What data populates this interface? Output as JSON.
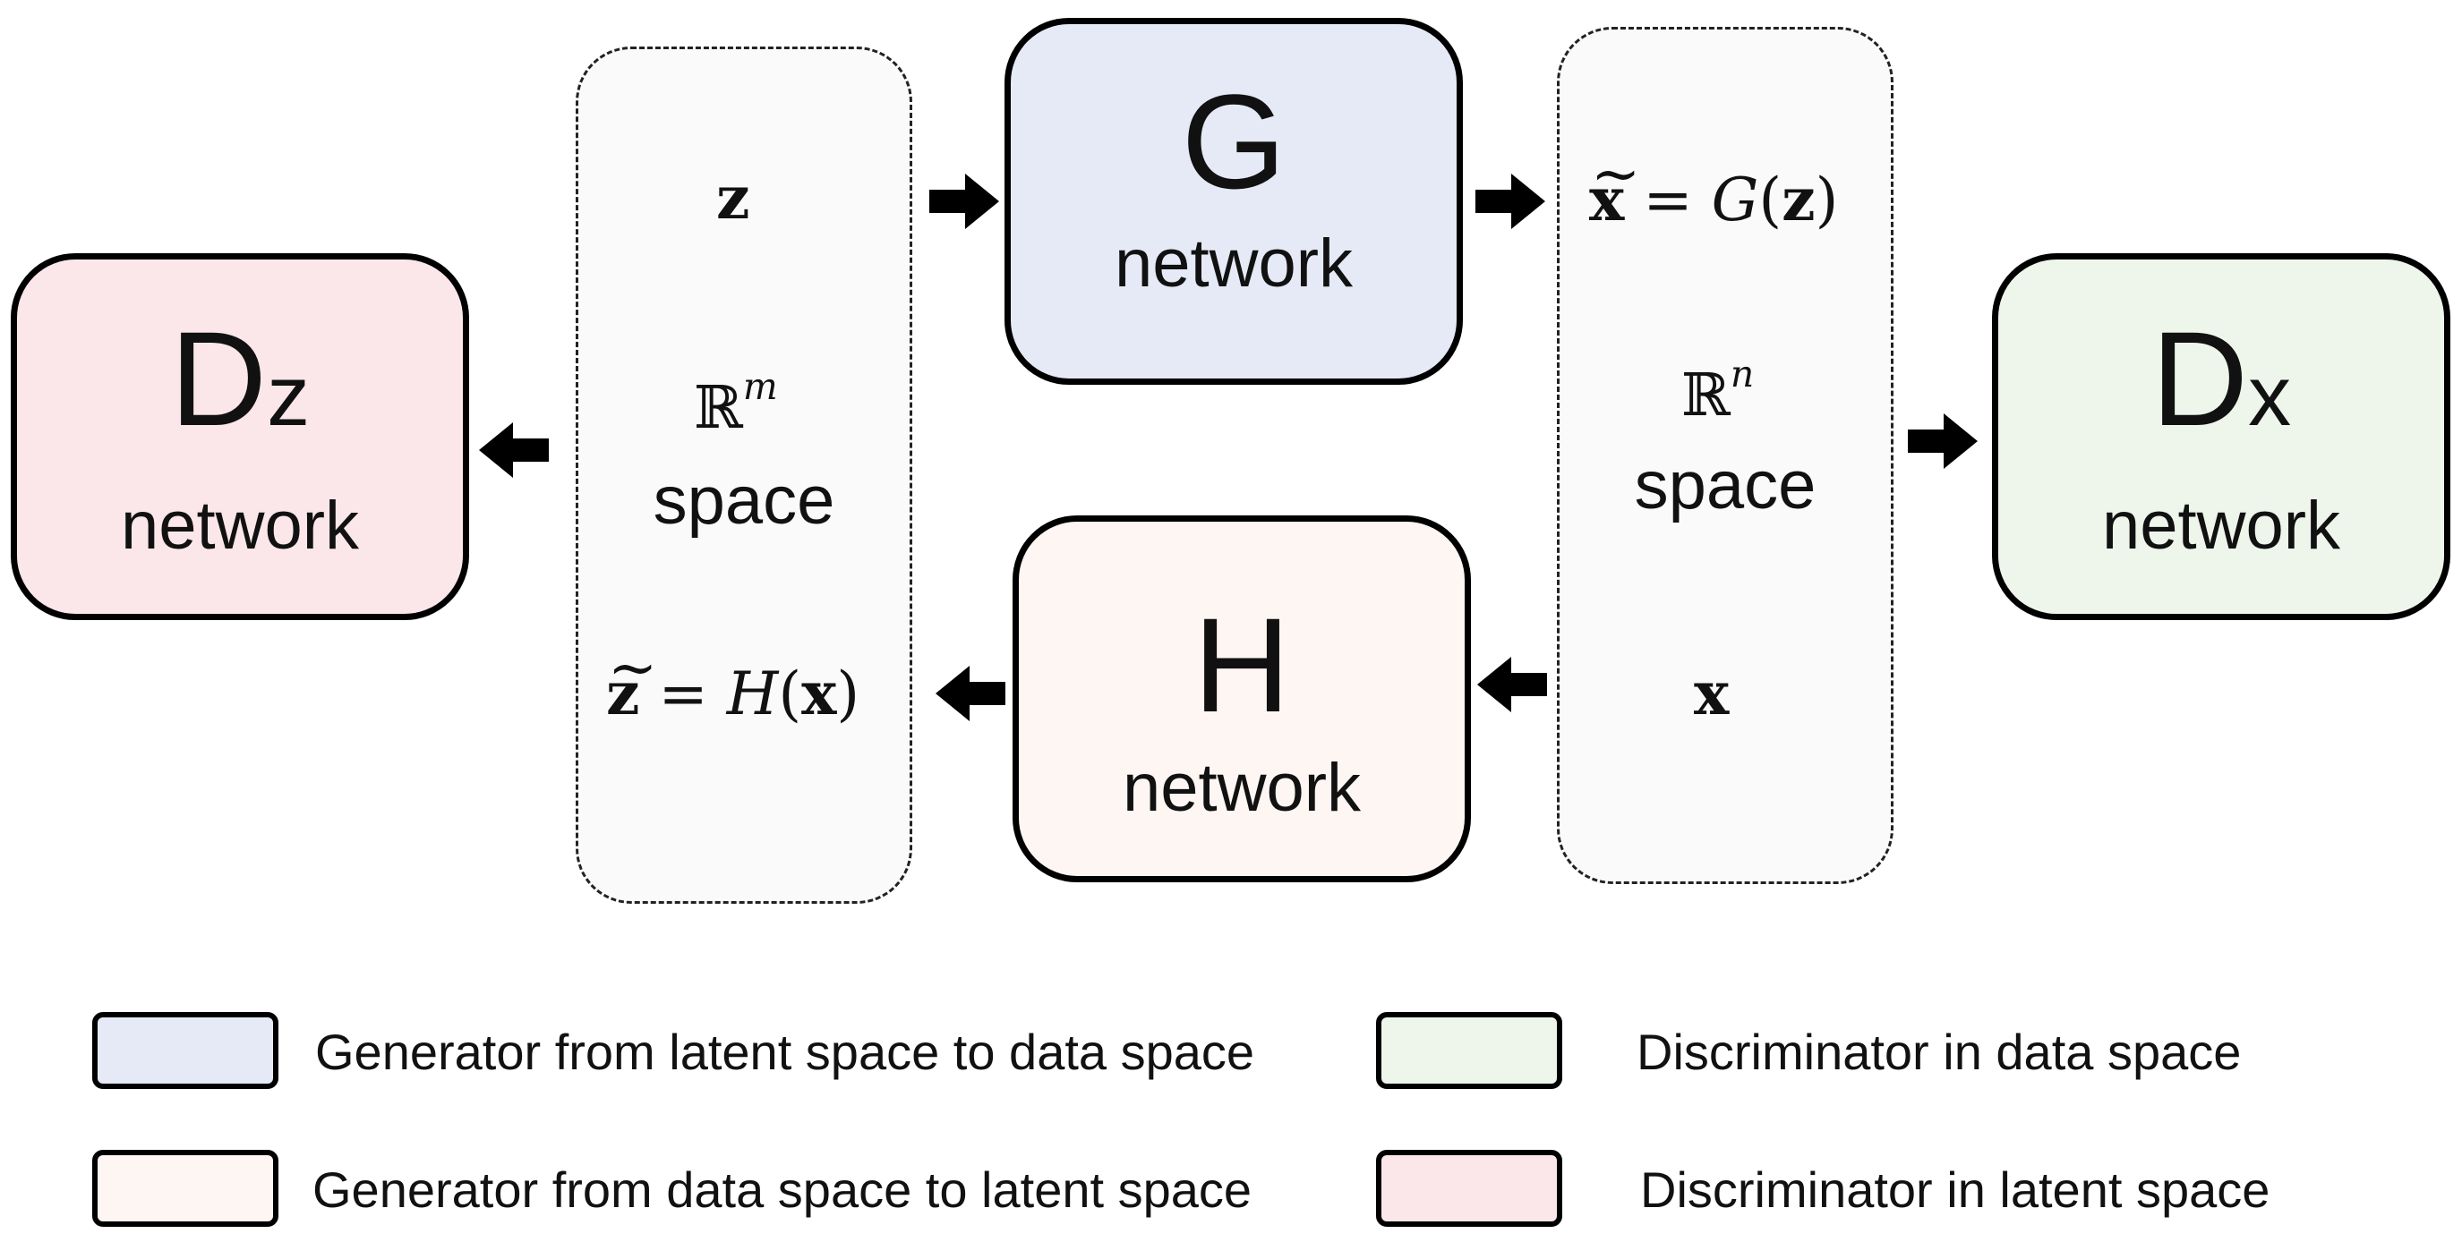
{
  "colors": {
    "generator_z_to_x": "#e5eaf6",
    "generator_x_to_z": "#fdf6f2",
    "discriminator_x": "#eef6ec",
    "discriminator_z": "#fbe7ea",
    "space_fill": "#fafafa"
  },
  "networks": {
    "g": {
      "letter": "G",
      "subscript": "",
      "word": "network"
    },
    "h": {
      "letter": "H",
      "subscript": "",
      "word": "network"
    },
    "dz": {
      "letter": "D",
      "subscript": "z",
      "word": "network"
    },
    "dx": {
      "letter": "D",
      "subscript": "x",
      "word": "network"
    }
  },
  "latent_space": {
    "top_var": "z",
    "set_symbol": "ℝ",
    "set_exponent": "m",
    "word": "space",
    "bottom_func": "H",
    "bottom_var": "x"
  },
  "data_space": {
    "top_func": "G",
    "top_var": "z",
    "set_symbol": "ℝ",
    "set_exponent": "n",
    "word": "space",
    "bottom_var": "x"
  },
  "legend": [
    {
      "label": "Generator from latent space to data space"
    },
    {
      "label": "Discriminator in data space"
    },
    {
      "label": "Generator from data space to latent space"
    },
    {
      "label": "Discriminator in latent space"
    }
  ],
  "icons": [
    "arrow-right-icon",
    "arrow-left-icon"
  ]
}
